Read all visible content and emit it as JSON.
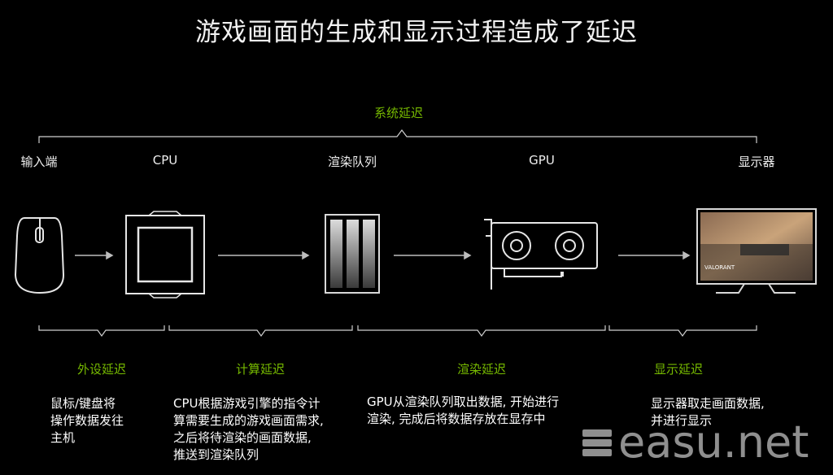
{
  "title": "游戏画面的生成和显示过程造成了延迟",
  "system_latency_label": "系统延迟",
  "stages": [
    {
      "label": "输入端",
      "icon": "mouse-icon"
    },
    {
      "label": "CPU",
      "icon": "cpu-chip-icon"
    },
    {
      "label": "渲染队列",
      "icon": "render-queue-icon"
    },
    {
      "label": "GPU",
      "icon": "gpu-card-icon"
    },
    {
      "label": "显示器",
      "icon": "monitor-icon"
    }
  ],
  "latencies": [
    {
      "label": "外设延迟",
      "desc": [
        "鼠标/键盘将",
        "操作数据发往",
        "主机"
      ]
    },
    {
      "label": "计算延迟",
      "desc": [
        "CPU根据游戏引擎的指令计",
        "算需要生成的游戏画面需求,",
        "之后将待渲染的画面数据,",
        "推送到渲染队列"
      ]
    },
    {
      "label": "渲染延迟",
      "desc": [
        "GPU从渲染队列取出数据, 开始进行",
        "渲染, 完成后将数据存放在显存中"
      ]
    },
    {
      "label": "显示延迟",
      "desc": [
        "显示器取走画面数据,",
        "并进行显示"
      ]
    }
  ],
  "monitor_screen_text": "VALORANT",
  "watermark": "easu.net",
  "colors": {
    "accent": "#76b900",
    "background": "#000000"
  }
}
